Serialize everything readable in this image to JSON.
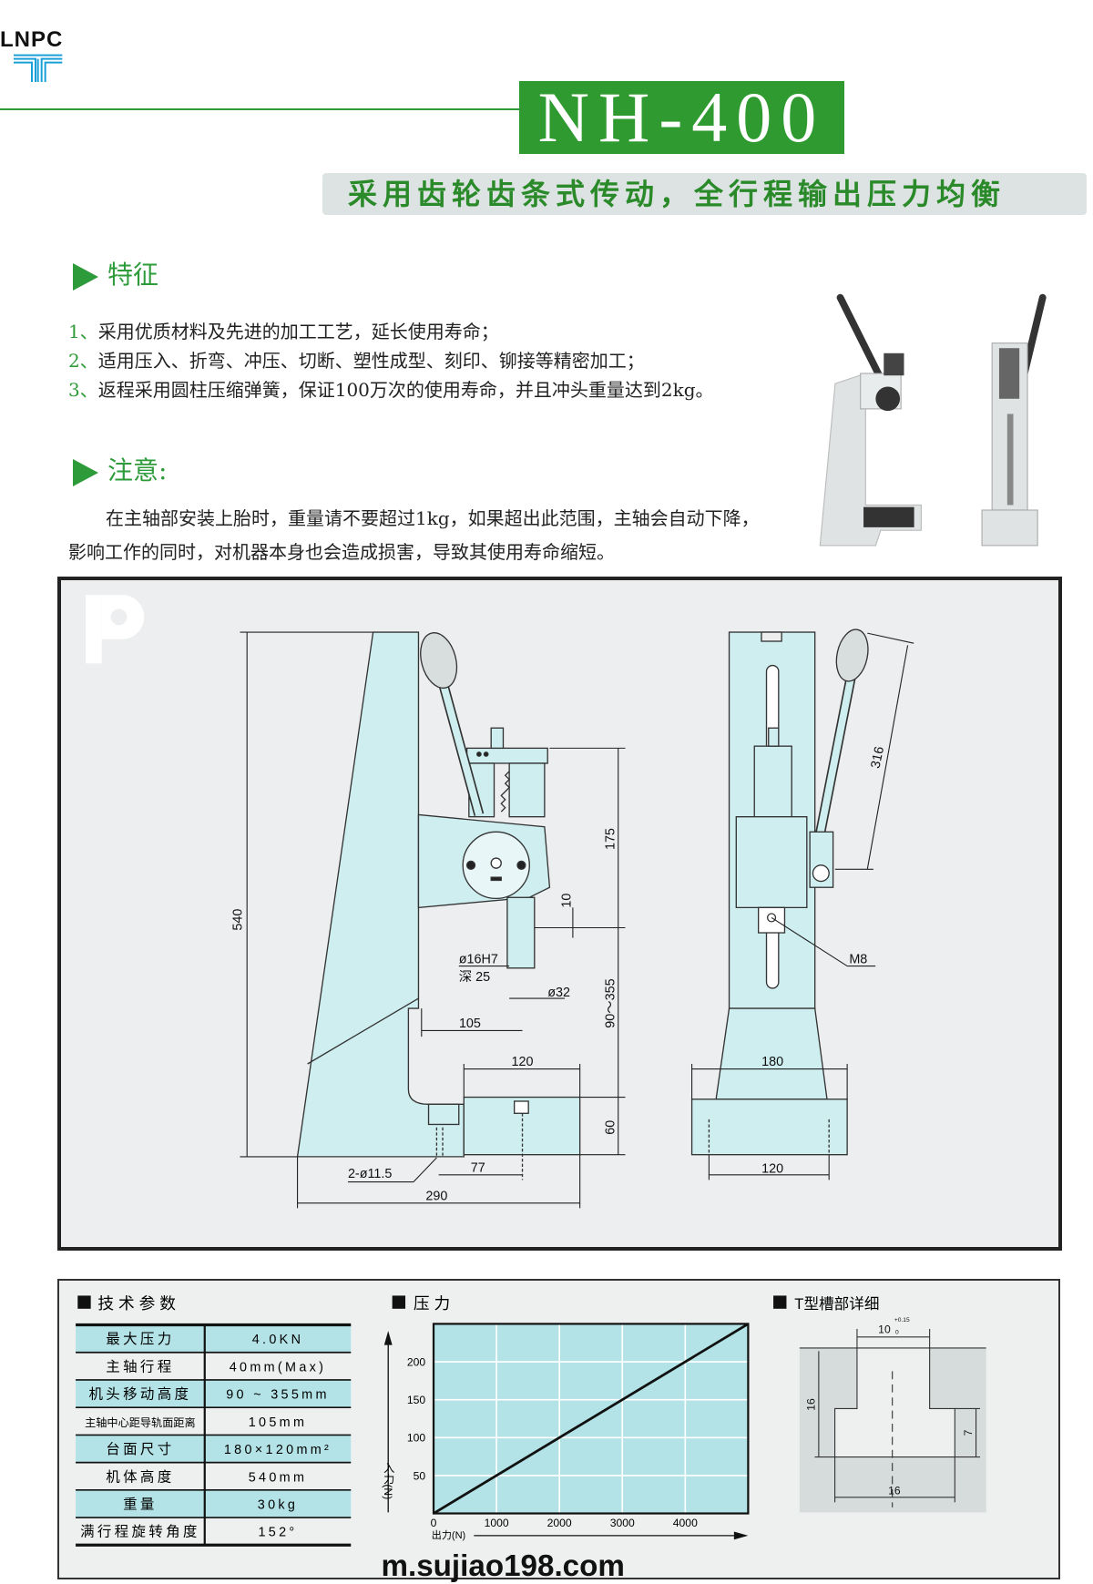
{
  "brand": {
    "logo_text": "LNPC"
  },
  "header": {
    "model": "NH-400",
    "slogan": "采用齿轮齿条式传动，全行程输出压力均衡"
  },
  "features": {
    "heading": "特征",
    "items": [
      {
        "num": "1、",
        "text": "采用优质材料及先进的加工工艺，延长使用寿命；"
      },
      {
        "num": "2、",
        "text": "适用压入、折弯、冲压、切断、塑性成型、刻印、铆接等精密加工；"
      },
      {
        "num": "3、",
        "text": "返程采用圆柱压缩弹簧，保证100万次的使用寿命，并且冲头重量达到2kg。"
      }
    ]
  },
  "notice": {
    "heading": "注意:",
    "line1": "在主轴部安装上胎时，重量请不要超过1kg，如果超出此范围，主轴会自动下降，",
    "line2": "影响工作的同时，对机器本身也会造成损害，导致其使用寿命缩短。"
  },
  "drawing": {
    "dims": {
      "height": "540",
      "stroke_top": "175",
      "h10": "10",
      "bore": "ø16H7",
      "depth": "深 25",
      "dia32": "ø32",
      "range": "90～355",
      "offset105": "105",
      "table120": "120",
      "base60": "60",
      "holes": "2-ø11.5",
      "d77": "77",
      "d290": "290",
      "handle316": "316",
      "m8": "M8",
      "w180": "180",
      "w120": "120"
    }
  },
  "specs": {
    "heading": "技 术 参 数",
    "rows": [
      {
        "label": "最大压力",
        "value": "4.0KN"
      },
      {
        "label": "主轴行程",
        "value": "40mm(Max)"
      },
      {
        "label": "机头移动高度",
        "value": "90 ~ 355mm"
      },
      {
        "label": "主轴中心距导轨面距离",
        "value": "105mm"
      },
      {
        "label": "台面尺寸",
        "value": "180×120mm²"
      },
      {
        "label": "机体高度",
        "value": "540mm"
      },
      {
        "label": "重量",
        "value": "30kg"
      },
      {
        "label": "满行程旋转角度",
        "value": "152°"
      }
    ]
  },
  "chart_data": {
    "type": "line",
    "title": "压 力",
    "xlabel": "出力(N)",
    "ylabel": "入力(N)",
    "x_ticks": [
      "0",
      "1000",
      "2000",
      "3000",
      "4000"
    ],
    "y_ticks": [
      "50",
      "100",
      "150",
      "200"
    ],
    "xlim": [
      0,
      5000
    ],
    "ylim": [
      0,
      250
    ],
    "grid": true,
    "series": [
      {
        "name": "压力",
        "x": [
          0,
          5000
        ],
        "y": [
          0,
          250
        ]
      }
    ],
    "colors": {
      "plot_bg": "#b3e3e6",
      "line": "#111111"
    }
  },
  "tslot": {
    "heading": "T型槽部详细",
    "width_top": "10",
    "tol": "+0.15",
    "tol_low": "0",
    "depth": "16",
    "lower": "7",
    "width_bottom": "16"
  },
  "watermark": "m.sujiao198.com",
  "colors": {
    "green": "#2e9b3a",
    "cyan": "#b3e3e6",
    "machine": "#cfeef0"
  }
}
